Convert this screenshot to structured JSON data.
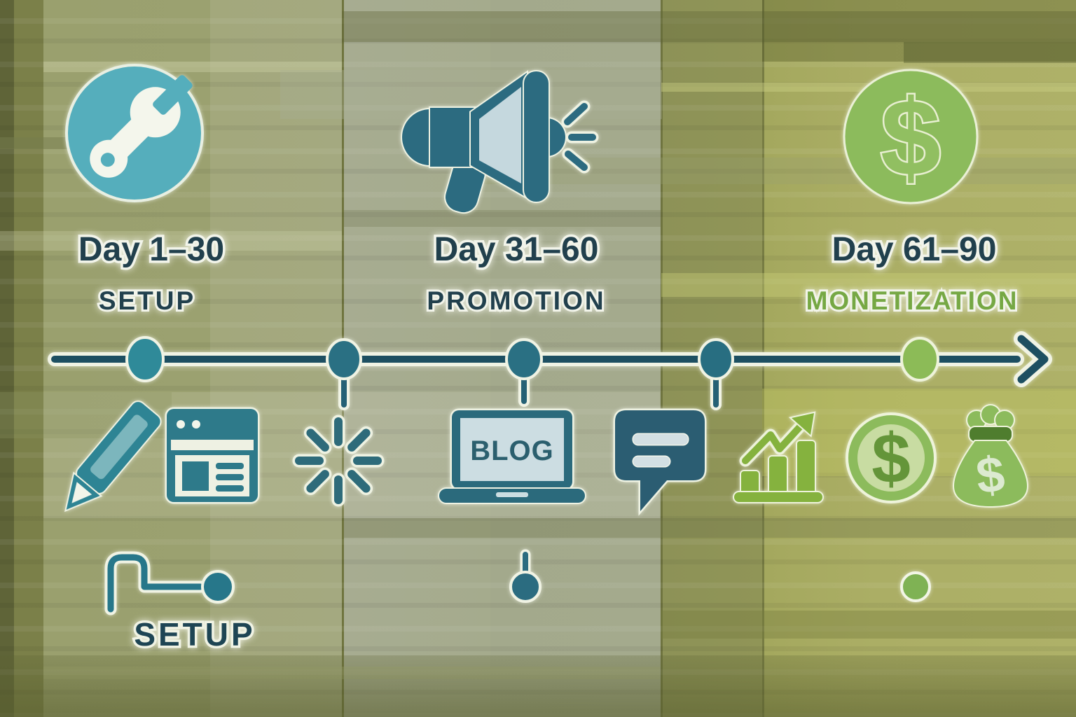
{
  "phases": [
    {
      "range": "Day 1–30",
      "label": "SETUP"
    },
    {
      "range": "Day 31–60",
      "label": "PROMOTION"
    },
    {
      "range": "Day 61–90",
      "label": "MONETIZATION"
    }
  ],
  "laptop": {
    "screen_text": "BLOG"
  },
  "footer": {
    "label": "SETUP"
  },
  "symbols": {
    "dollar": "$"
  },
  "palette": {
    "teal_icon": "#2e7a8a",
    "teal_line": "#1d4f61",
    "teal_circle_bg": "#55aebc",
    "green_accent": "#8cbb5c",
    "green_label": "#76a844",
    "heading_text": "#21404d",
    "background_olive": "#9aa06b"
  }
}
